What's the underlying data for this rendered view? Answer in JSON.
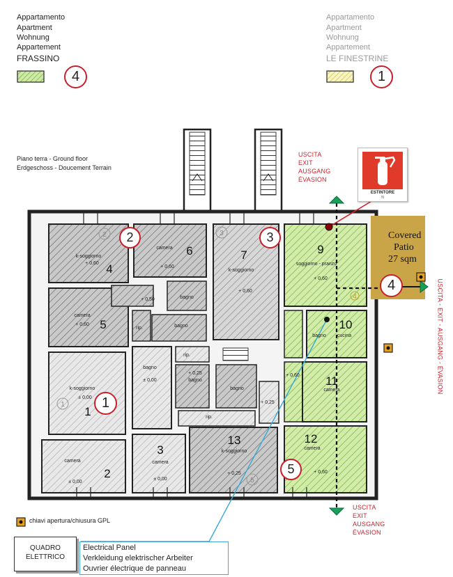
{
  "legend_left": {
    "lines": [
      "Appartamento",
      "Apartment",
      "Wohnung",
      "Appartement",
      "FRASSINO"
    ],
    "number": "4",
    "swatch_color": "#b8e08a"
  },
  "legend_right": {
    "lines": [
      "Appartamento",
      "Apartment",
      "Wohnung",
      "Appartement",
      "LE FINESTRINE"
    ],
    "number": "1",
    "swatch_color": "#f0ec9a"
  },
  "floor": {
    "line1": "Piano terra - Ground floor",
    "line2": "Erdgeschoss - Doucement Terrain"
  },
  "exit_top": [
    "USCITA",
    "EXIT",
    "AUSGANG",
    "ÉVASION"
  ],
  "exit_bottom": [
    "USCITA",
    "EXIT",
    "AUSGANG",
    "ÉVASION"
  ],
  "exit_side": "USCITA - EXIT - AUSGANG - ÉVASION",
  "extinguisher": {
    "label": "ESTINTORE",
    "sub": "N"
  },
  "patio": {
    "line1": "Covered",
    "line2": "Patio",
    "line3": "27 sqm",
    "color": "#c9a547"
  },
  "gpl_key": "chiavi apertura/chiusura GPL",
  "panel": {
    "box_line1": "QUADRO",
    "box_line2": "ELETTRICO",
    "lines": [
      "Electrical Panel",
      "Verkleidung elektrischer Arbeiter",
      "Ouvrier électrique de panneau"
    ]
  },
  "markers": {
    "m1": "1",
    "m2": "2",
    "m3": "3",
    "m4": "4",
    "m5": "5"
  },
  "rooms": {
    "r1": {
      "num": "1",
      "name": "k-soggiorno",
      "level": "± 0,00"
    },
    "r2": {
      "num": "2",
      "name": "camera",
      "level": "± 0,00"
    },
    "r3": {
      "num": "3",
      "name": "camera",
      "level": "± 0,00"
    },
    "r4": {
      "num": "4",
      "name": "k-soggiorno",
      "level": "+ 0,60"
    },
    "r5": {
      "num": "5",
      "name": "camera",
      "level": "+ 0,60"
    },
    "r6": {
      "num": "6",
      "name": "camera",
      "level": "+ 0,60"
    },
    "r7": {
      "num": "7",
      "name": "k-soggiorno",
      "level": "+ 0,60"
    },
    "r9": {
      "num": "9",
      "name": "soggiorno - pranzo",
      "level": "+ 0,60"
    },
    "r10": {
      "num": "10",
      "name": "cucina",
      "aux": "bagno"
    },
    "r11": {
      "num": "11",
      "name": "camera",
      "level": "+ 0,60"
    },
    "r12": {
      "num": "12",
      "name": "camera",
      "level": "+ 0,60"
    },
    "r13": {
      "num": "13",
      "name": "k-soggiorno",
      "level": "+ 0,25"
    },
    "bagno_a": {
      "name": "bagno",
      "level": "± 0,00"
    },
    "bagno_b": {
      "name": "bagno",
      "level": "+ 0,25"
    },
    "bagno_c": {
      "name": "bagno"
    },
    "bagno_d": {
      "name": "bagno"
    },
    "bagno_e": {
      "name": "bagno"
    },
    "rip1": "rip.",
    "rip2": "rip.",
    "rip3": "rip.",
    "lev_050": "+ 0,50",
    "lev_025": "+ 0,25",
    "lev_060": "+ 0,60",
    "plate1": "1",
    "plate2": "2",
    "plate3": "3",
    "plate4": "4",
    "plate5": "5"
  }
}
